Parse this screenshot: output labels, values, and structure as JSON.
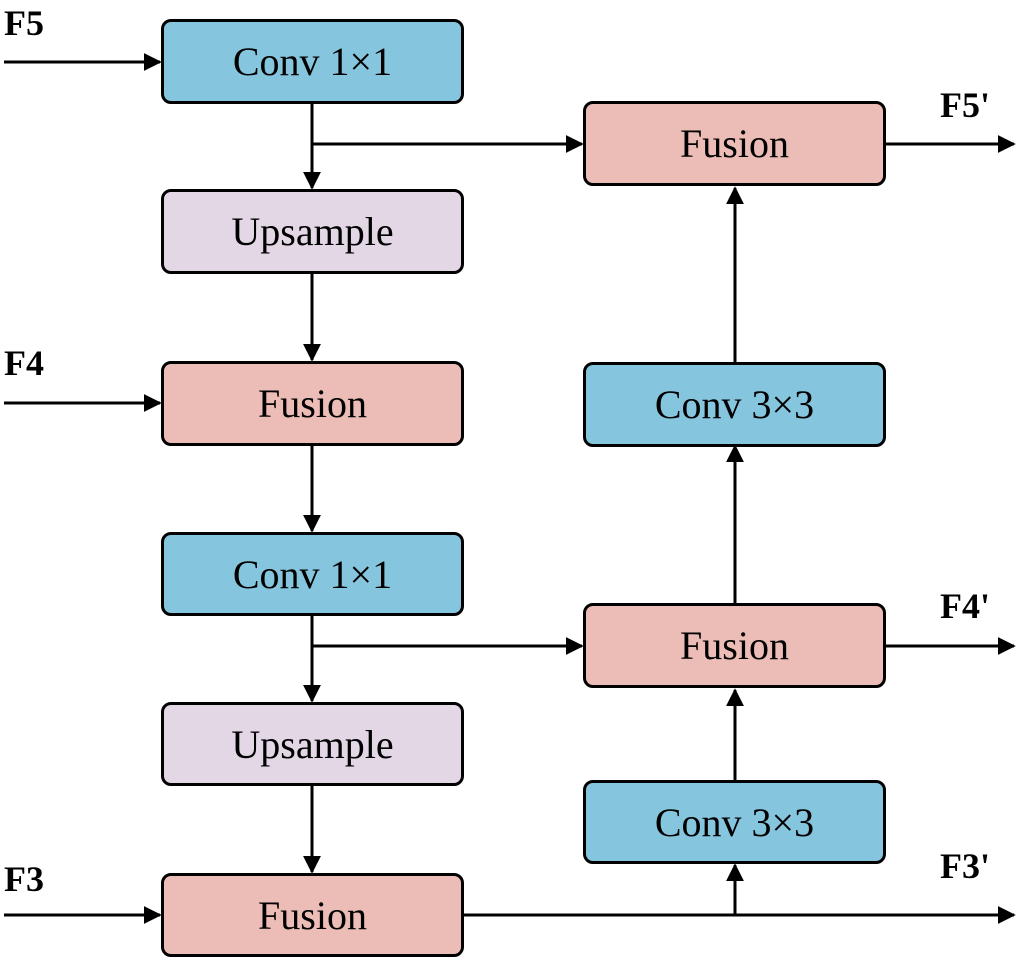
{
  "colors": {
    "conv": "#86c5de",
    "upsample": "#e3d7e6",
    "fusion": "#ecbcb6",
    "line": "#000000"
  },
  "inputs": {
    "f5": "F5",
    "f4": "F4",
    "f3": "F3"
  },
  "outputs": {
    "f5": "F5'",
    "f4": "F4'",
    "f3": "F3'"
  },
  "left_column": {
    "conv_top": "Conv 1×1",
    "upsample_top": "Upsample",
    "fusion_f4": "Fusion",
    "conv_mid": "Conv 1×1",
    "upsample_bottom": "Upsample",
    "fusion_f3": "Fusion"
  },
  "right_column": {
    "fusion_top": "Fusion",
    "conv_top": "Conv 3×3",
    "fusion_mid": "Fusion",
    "conv_bottom": "Conv 3×3"
  }
}
